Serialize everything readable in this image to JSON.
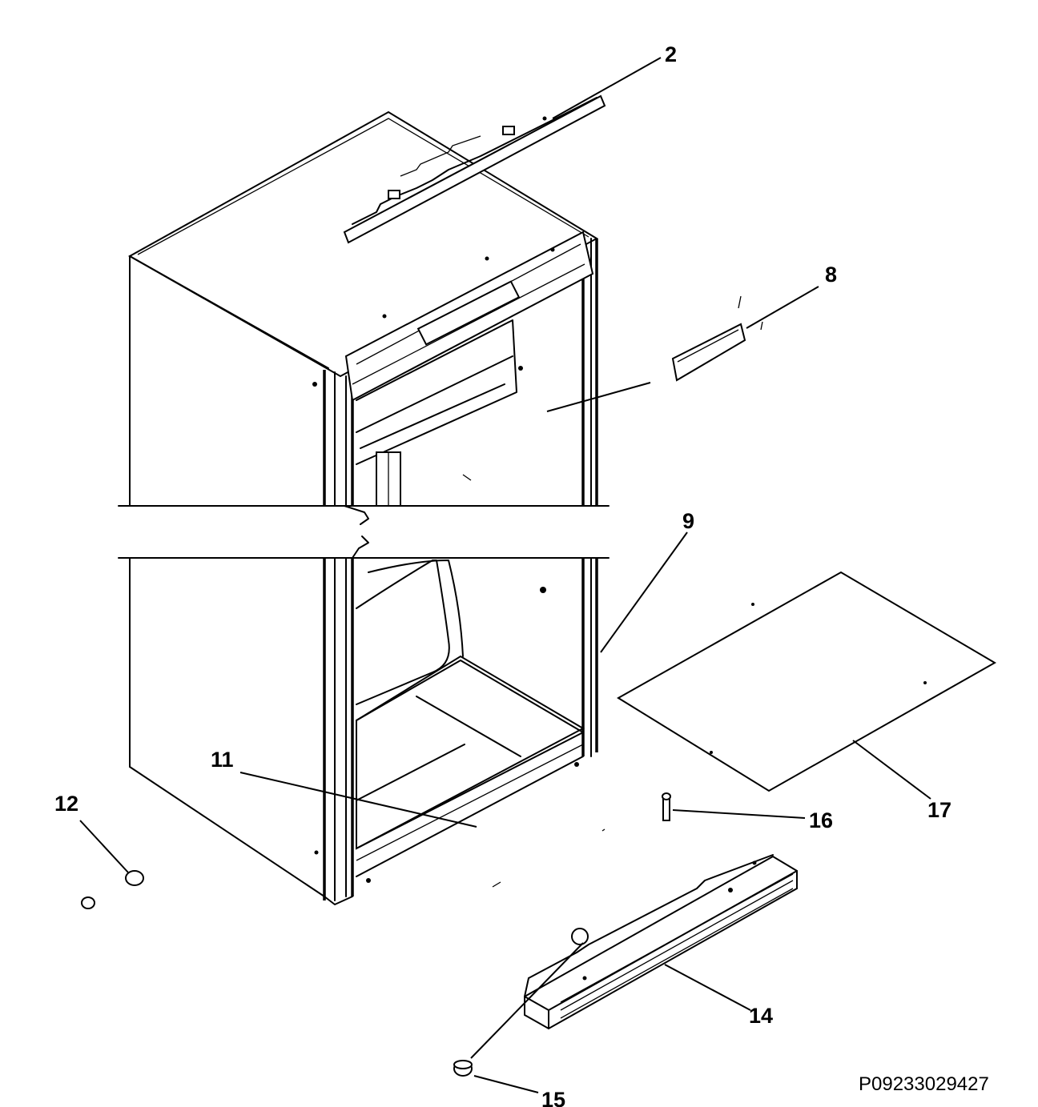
{
  "callouts": {
    "c2": "2",
    "c8": "8",
    "c9": "9",
    "c11": "11",
    "c12": "12",
    "c14": "14",
    "c15": "15",
    "c16": "16",
    "c17": "17"
  },
  "part_number": "P09233029427"
}
